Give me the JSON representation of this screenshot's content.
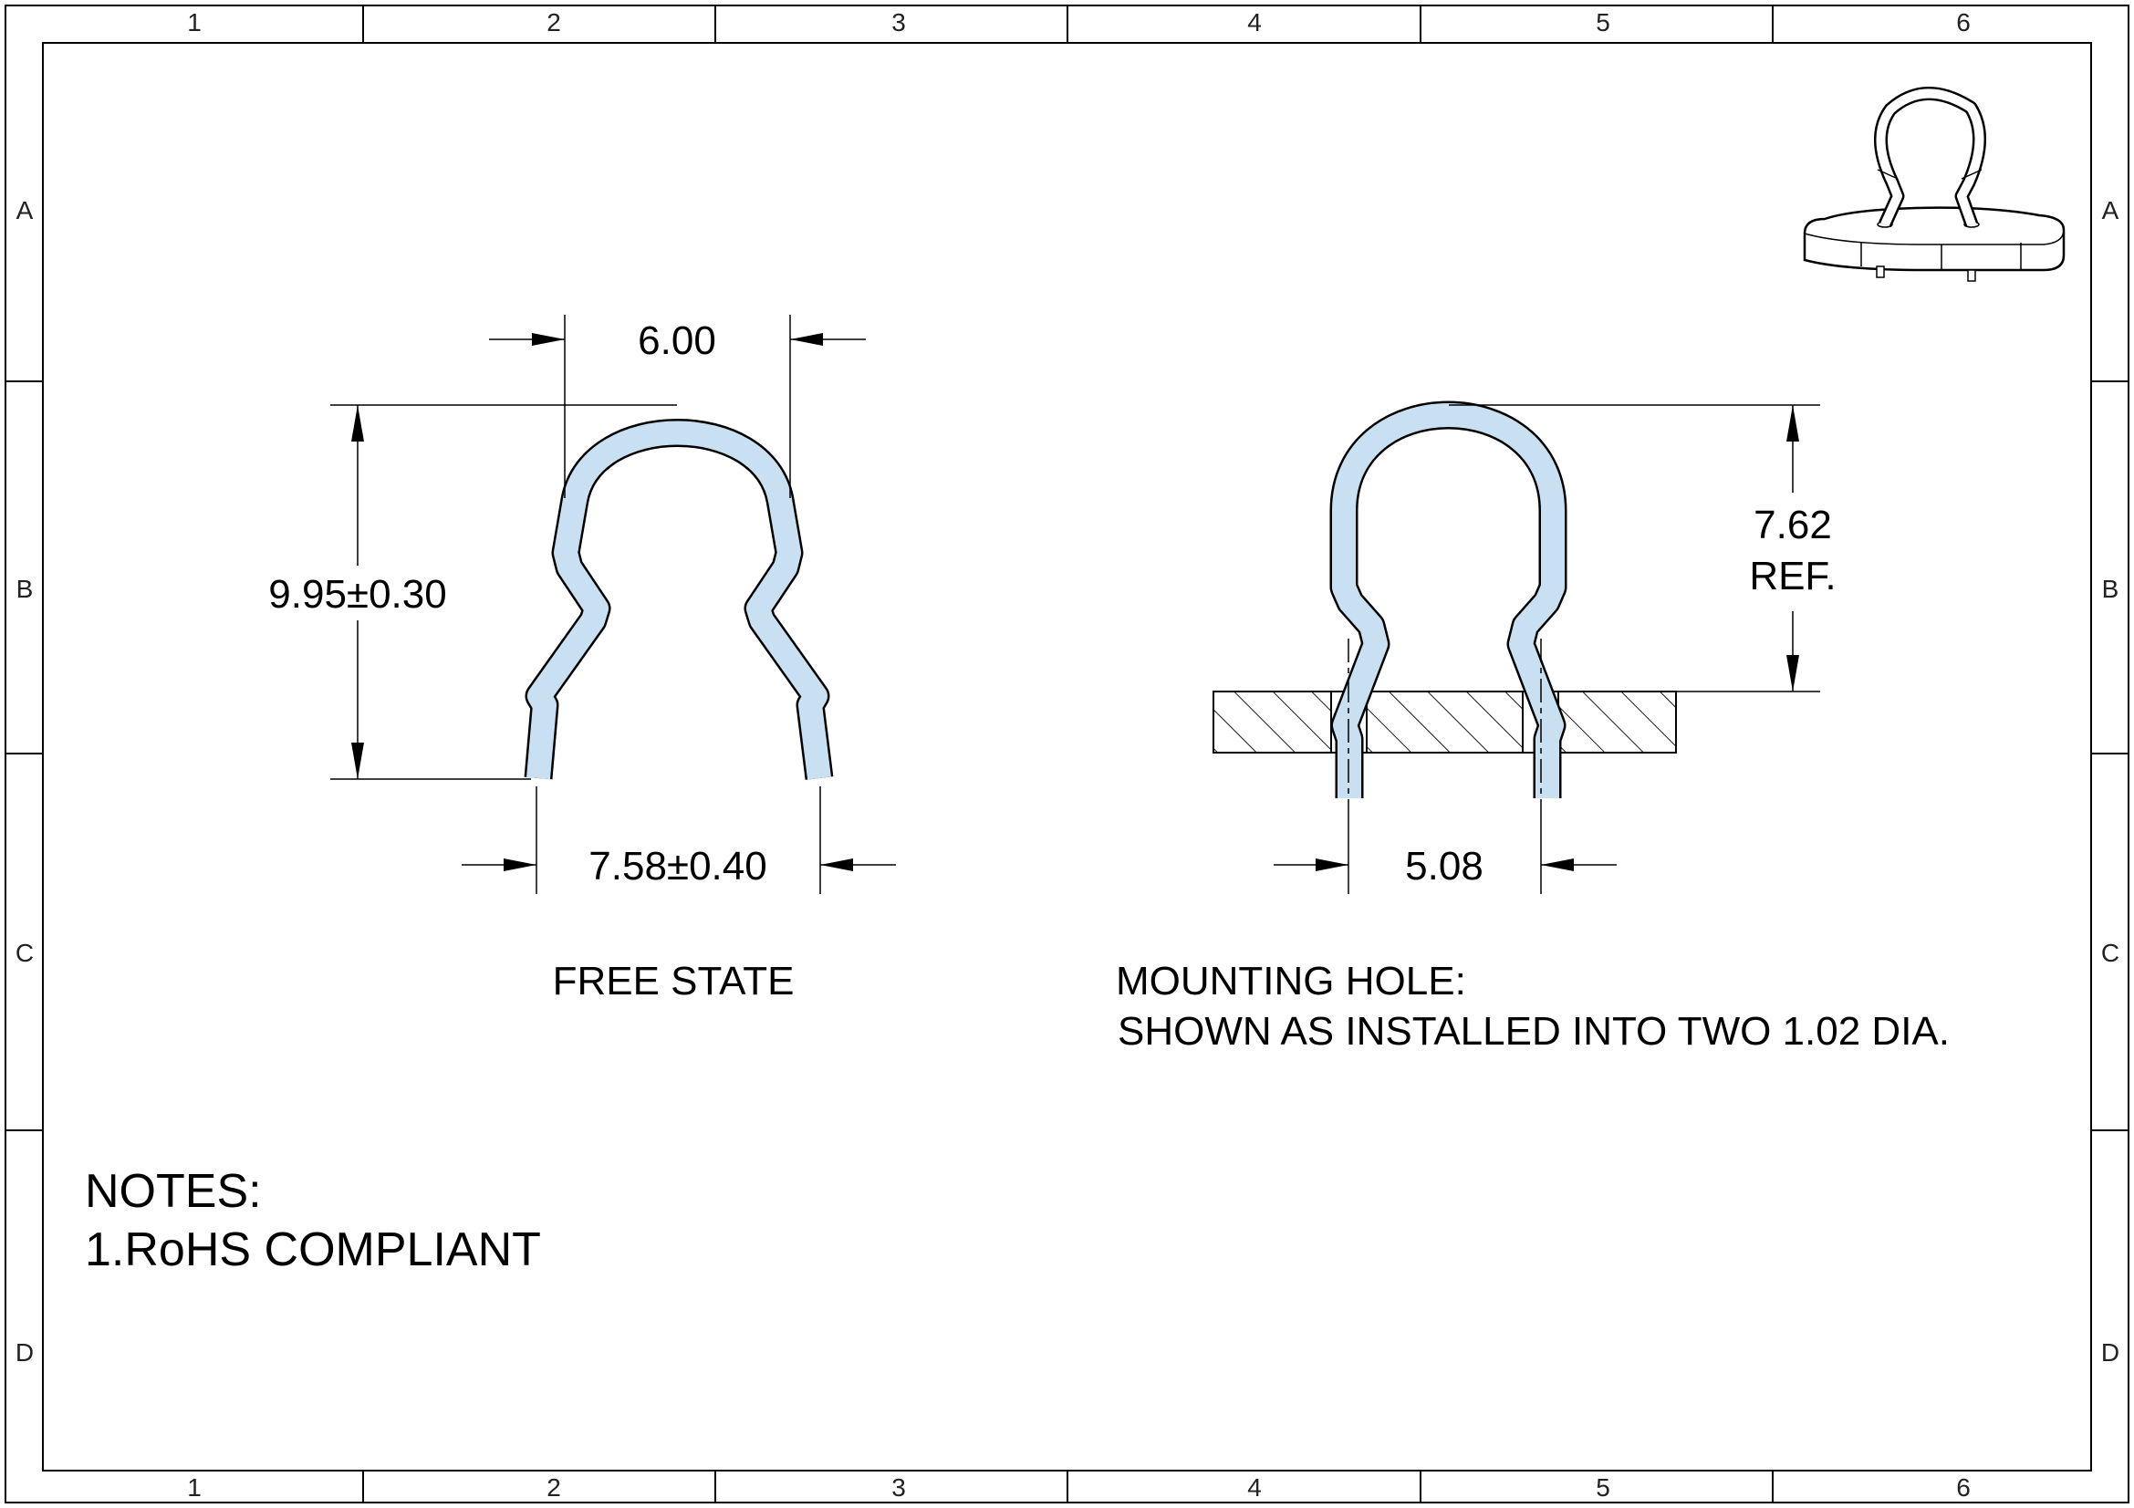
{
  "colors": {
    "clip_fill": "#c9e0f3",
    "line": "#000000",
    "paper": "#ffffff"
  },
  "border": {
    "column_numbers": [
      "1",
      "2",
      "3",
      "4",
      "5",
      "6"
    ],
    "row_letters": [
      "A",
      "B",
      "C",
      "D"
    ]
  },
  "free_state": {
    "width_dim": "6.00",
    "height_dim": "9.95±0.30",
    "leg_span_dim": "7.58±0.40",
    "caption": "FREE STATE"
  },
  "installed": {
    "height_dim_value": "7.62",
    "height_dim_suffix": "REF.",
    "pitch_dim": "5.08",
    "caption_line1": "MOUNTING HOLE:",
    "caption_line2": "SHOWN AS INSTALLED INTO TWO 1.02 DIA."
  },
  "notes": {
    "heading": "NOTES:",
    "items": [
      "1.RoHS COMPLIANT"
    ]
  }
}
